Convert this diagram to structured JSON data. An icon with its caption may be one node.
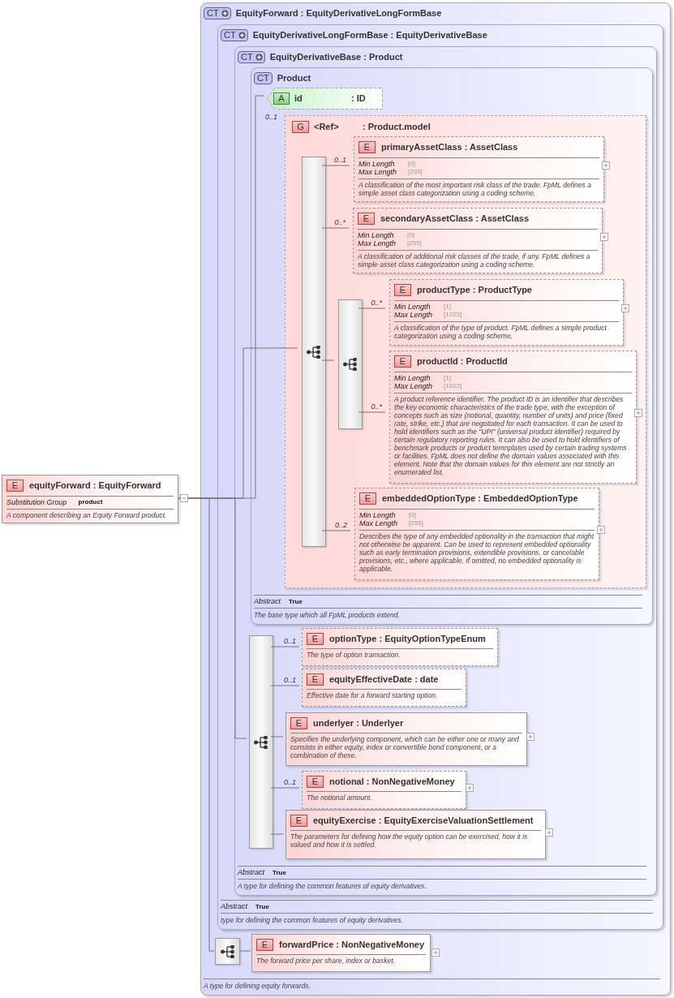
{
  "diagram": {
    "nodes": [
      {
        "text": [
          "E",
          "equityForward : EquityForward",
          "Substitution Group",
          "product",
          "A component describing an Equity Forward product."
        ]
      },
      {
        "text": [
          "CT",
          "EquityForward : EquityDerivativeLongFormBase",
          "A type for defining equity forwards."
        ]
      },
      {
        "text": [
          "CT",
          "EquityDerivativeLongFormBase : EquityDerivativeBase",
          "Abstract",
          "True",
          "type for defining the common features of equity derivatives."
        ],
        "in": 1
      },
      {
        "text": [
          "CT",
          "EquityDerivativeBase : Product",
          "Abstract",
          "True",
          "A type for defining the common features of equity derivatives."
        ],
        "in": 2
      },
      {
        "text": [
          "CT",
          "Product",
          "Abstract",
          "True",
          "The base type which all FpML products extend."
        ],
        "in": 3
      },
      {
        "text": [
          "A",
          "id",
          ": ID"
        ],
        "in": 4
      },
      {
        "text": [
          "G",
          "<Ref>",
          ": Product.model"
        ],
        "in": 4,
        "beside": [
          "0..1"
        ]
      },
      {
        "text": [],
        "shape": "bar",
        "in": 6
      },
      {
        "text": [
          "E",
          "primaryAssetClass : AssetClass",
          "Min Length",
          "[0]",
          "Max Length",
          "[255]",
          "A classification of the most important risk class of the trade. FpML defines a simple asset class categorization using a coding scheme."
        ],
        "in": 6
      },
      {
        "text": [
          "E",
          "secondaryAssetClass : AssetClass",
          "Min Length",
          "[0]",
          "Max Length",
          "[255]",
          "A classification of additional risk classes of the trade, if any. FpML defines a simple asset class categorization using a coding scheme."
        ],
        "in": 6
      },
      {
        "text": [],
        "shape": "bar",
        "in": 6
      },
      {
        "text": [
          "E",
          "productType : ProductType",
          "Min Length",
          "[1]",
          "Max Length",
          "[1023]",
          "A classification of the type of product. FpML defines a simple product categorization using a coding scheme."
        ],
        "in": 6
      },
      {
        "text": [
          "E",
          "productId : ProductId",
          "Min Length",
          "[1]",
          "Max Length",
          "[1023]",
          "A product reference identifier. The product ID is an identifier that describes the key economic characteristics of the trade type, with the exception of concepts such as size (notional, quantity, number of units) and price (fixed rate, strike, etc.) that are negotiated for each transaction. It can be used to hold identifiers such as the \"UPI\" (universal product identifier) required by certain regulatory reporting rules. It can also be used to hold identifiers of benchmark products or product temnplates used by certain trading systems or facilities. FpML does not define the domain values associated with this element. Note that the domain values for this element are not strictly an enumerated list."
        ],
        "in": 6
      },
      {
        "text": [
          "E",
          "embeddedOptionType : EmbeddedOptionType",
          "Min Length",
          "[0]",
          "Max Length",
          "[255]",
          "Describes the type of any embedded optionality in the transaction that might not otherwise be apparent. Can be used to represent embedded optionality such as early termination provisions, extendible provisions, or cancelable provisions, etc., where applicable. If omitted, no embedded optionality is applicable."
        ],
        "in": 6
      },
      {
        "text": [],
        "shape": "bar",
        "in": 3
      },
      {
        "text": [
          "E",
          "optionType : EquityOptionTypeEnum",
          "The type of option transaction."
        ],
        "in": 3
      },
      {
        "text": [
          "E",
          "equityEffectiveDate : date",
          "Effective date for a forward starting option."
        ],
        "in": 3
      },
      {
        "text": [
          "E",
          "underlyer : Underlyer",
          "Specifies the underlying component, which can be either one or many and consists in either equity, index or convertible bond component, or a combination of these."
        ],
        "in": 3
      },
      {
        "text": [
          "E",
          "notional : NonNegativeMoney",
          "The notional amount."
        ],
        "in": 3
      },
      {
        "text": [
          "E",
          "equityExercise : EquityExerciseValuationSettlement",
          "The parameters for defining how the equity option can be exercised, how it is valued and how it is settled."
        ],
        "in": 3
      },
      {
        "text": [],
        "shape": "bar",
        "in": 1
      },
      {
        "text": [
          "E",
          "forwardPrice : NonNegativeMoney",
          "The forward price per share, index or basket."
        ],
        "in": 1
      }
    ],
    "edges": [
      {
        "from": 0,
        "to": 5,
        "arrow": "none"
      },
      {
        "from": 0,
        "to": 7,
        "arrow": "none"
      },
      {
        "from": 0,
        "to": 14,
        "arrow": "none"
      },
      {
        "from": 0,
        "to": 20,
        "arrow": "none"
      },
      {
        "from": 7,
        "to": 8,
        "arrow": "none",
        "label": "0..1"
      },
      {
        "from": 7,
        "to": 9,
        "arrow": "none",
        "label": "0..*"
      },
      {
        "from": 7,
        "to": 10,
        "arrow": "none"
      },
      {
        "from": 10,
        "to": 11,
        "arrow": "none",
        "label": "0..*"
      },
      {
        "from": 10,
        "to": 12,
        "arrow": "none",
        "label": "0..*"
      },
      {
        "from": 7,
        "to": 13,
        "arrow": "none",
        "label": "0..2"
      },
      {
        "from": 14,
        "to": 15,
        "arrow": "none",
        "label": "0..1"
      },
      {
        "from": 14,
        "to": 16,
        "arrow": "none",
        "label": "0..1"
      },
      {
        "from": 14,
        "to": 17,
        "arrow": "none"
      },
      {
        "from": 14,
        "to": 18,
        "arrow": "none",
        "label": "0..1"
      },
      {
        "from": 14,
        "to": 19,
        "arrow": "none"
      },
      {
        "from": 20,
        "to": 21,
        "arrow": "none"
      }
    ]
  }
}
